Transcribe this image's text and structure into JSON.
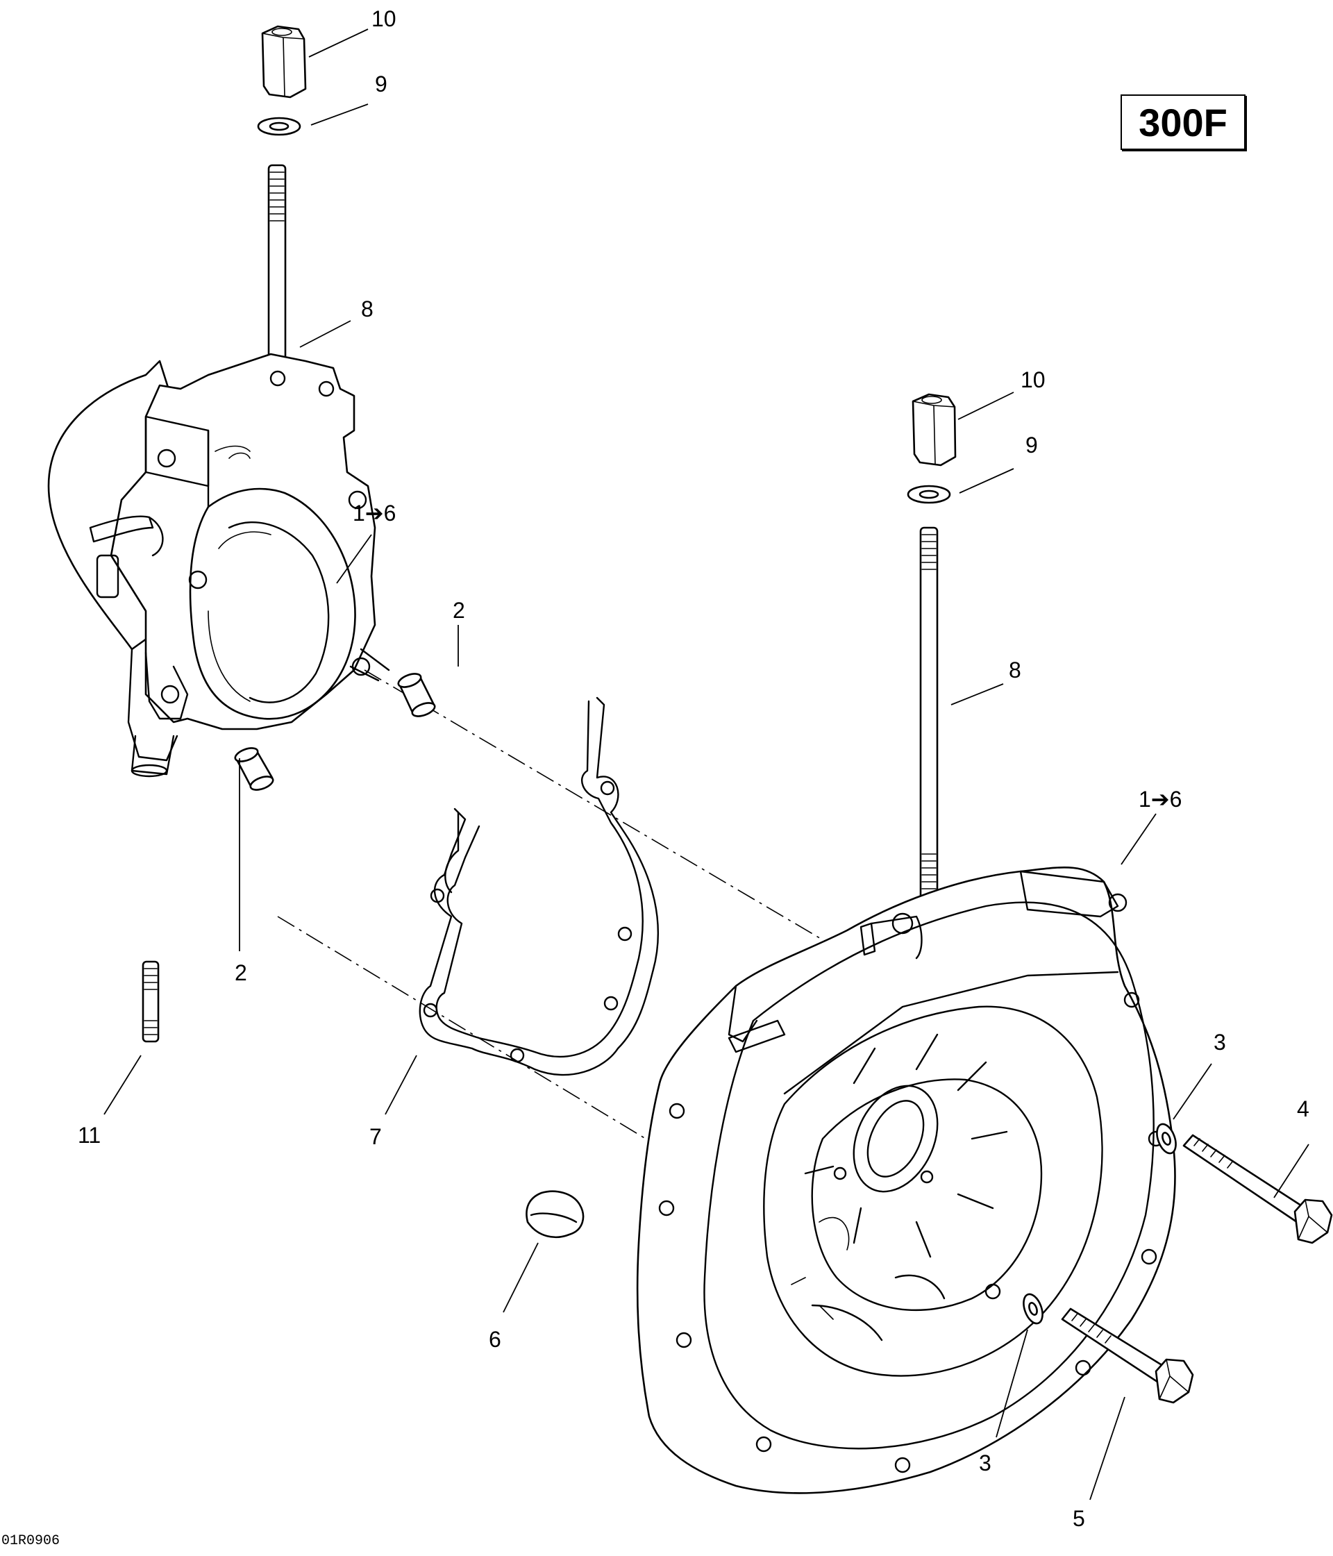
{
  "model_badge": "300F",
  "drawing_number": "01R0906",
  "callouts": {
    "upper_left_nut": "10",
    "upper_left_washer": "9",
    "upper_left_stud": "8",
    "left_housing": "1➔6",
    "left_dowel_upper": "2",
    "left_dowel_lower": "2",
    "left_stud_small": "11",
    "gasket": "7",
    "plug": "6",
    "upper_right_nut": "10",
    "upper_right_washer": "9",
    "upper_right_stud": "8",
    "right_housing": "1➔6",
    "right_washer_upper": "3",
    "right_bolt_upper": "4",
    "right_washer_lower": "3",
    "right_bolt_lower": "5"
  }
}
